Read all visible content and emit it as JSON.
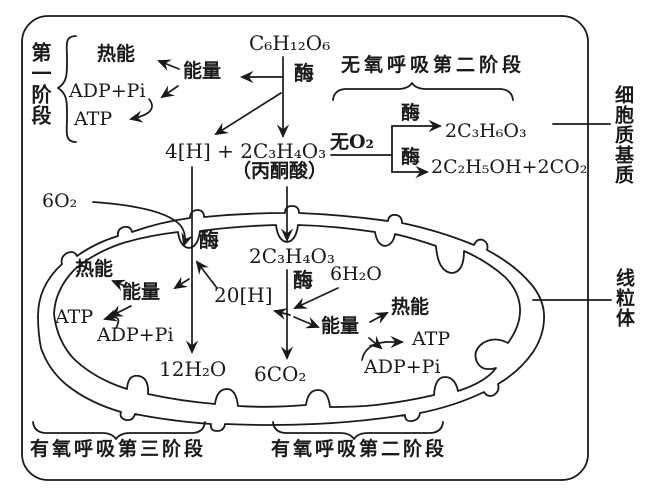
{
  "colors": {
    "ink": "#1a1a1a",
    "background": "#ffffff"
  },
  "cytosol": {
    "stage1_label": "第一阶段",
    "heat": "热能",
    "energy": "能量",
    "adp": "ADP+Pi",
    "atp": "ATP",
    "glucose": "C₆H₁₂O₆",
    "enzyme": "酶",
    "glycolysis_products": "4[H] + 2C₃H₄O₃",
    "pyruvate_note": "（丙酮酸）",
    "anaerobic_stage2_title": "无氧呼吸第二阶段",
    "no_oxygen": "无O₂",
    "enzyme_lactate": "酶",
    "lactate": "2C₃H₆O₃",
    "enzyme_ethanol": "酶",
    "ethanol_co2": "2C₂H₅OH+2CO₂"
  },
  "mitochondrion": {
    "oxygen_in": "6O₂",
    "enzyme_top": "酶",
    "pyruvate_in": "2C₃H₄O₃",
    "enzyme_stage2": "酶",
    "water_in": "6H₂O",
    "hydrogen_pool": "20[H]",
    "water_out": "12H₂O",
    "co2_out": "6CO₂",
    "left_group": {
      "heat": "热能",
      "energy": "能量",
      "atp": "ATP",
      "adp": "ADP+Pi"
    },
    "right_group": {
      "heat": "热能",
      "energy": "能量",
      "atp": "ATP",
      "adp": "ADP+Pi"
    }
  },
  "stage_braces": {
    "aerobic_stage3": "有氧呼吸第三阶段",
    "aerobic_stage2": "有氧呼吸第二阶段"
  },
  "compartment_labels": {
    "cytoplasm": "细胞质基质",
    "mitochondrion": "线粒体"
  }
}
